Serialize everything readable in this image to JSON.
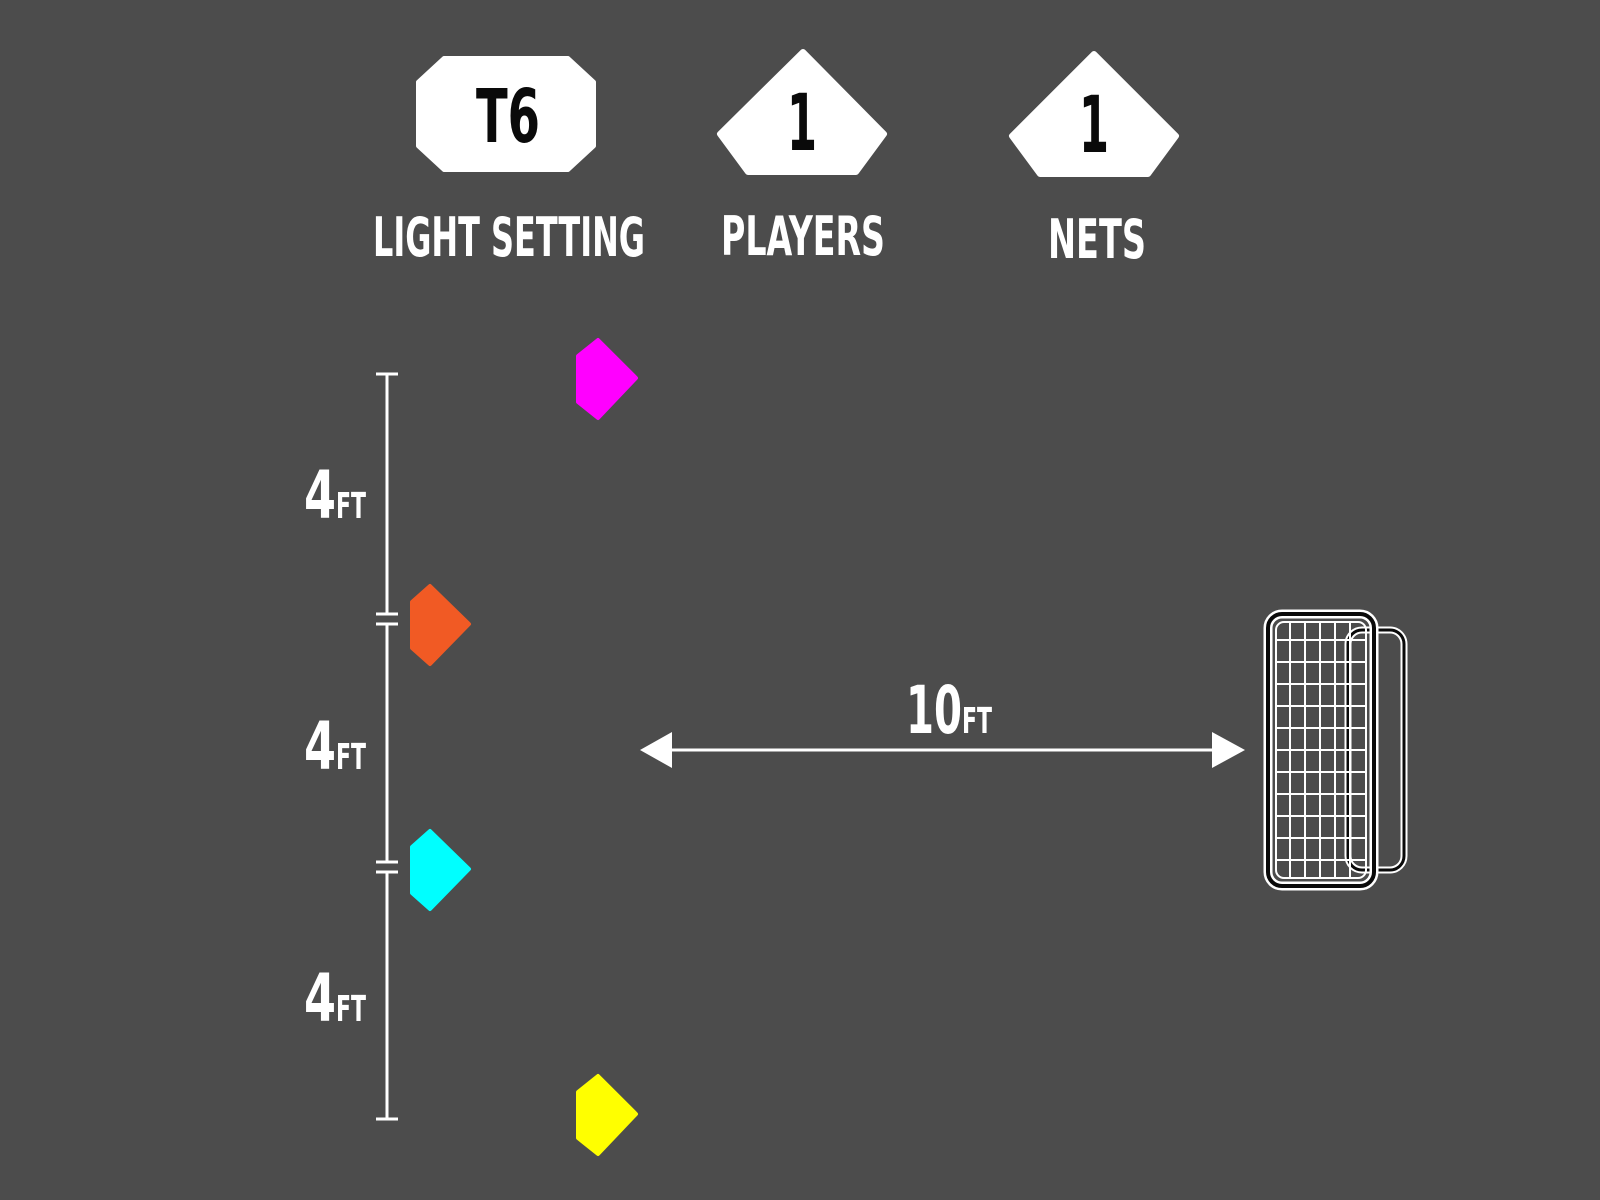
{
  "header": {
    "light_setting": {
      "value": "T6",
      "label": "LIGHT SETTING"
    },
    "players": {
      "value": "1",
      "label": "PLAYERS"
    },
    "nets": {
      "value": "1",
      "label": "NETS"
    }
  },
  "measurements": {
    "spacing_1": {
      "value": "4",
      "unit": "FT"
    },
    "spacing_2": {
      "value": "4",
      "unit": "FT"
    },
    "spacing_3": {
      "value": "4",
      "unit": "FT"
    },
    "distance_to_net": {
      "value": "10",
      "unit": "FT"
    }
  },
  "lights": [
    {
      "name": "magenta",
      "color": "#ff00ff"
    },
    {
      "name": "orange",
      "color": "#f15a24"
    },
    {
      "name": "cyan",
      "color": "#00ffff"
    },
    {
      "name": "yellow",
      "color": "#ffff00"
    }
  ],
  "colors": {
    "background": "#4c4c4c",
    "badge_fill": "#ffffff",
    "badge_text": "#0a0a0a",
    "line": "#ffffff"
  },
  "icons": {
    "light_marker": "diamond-light-icon",
    "net": "soccer-net-icon"
  }
}
